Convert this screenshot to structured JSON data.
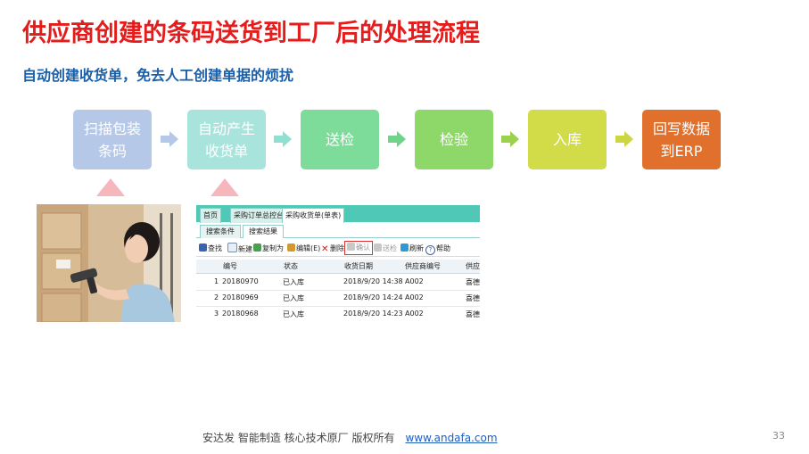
{
  "title": "供应商创建的条码送货到工厂后的处理流程",
  "subtitle": "自动创建收货单，免去人工创建单据的烦扰",
  "steps": [
    {
      "label": "扫描包装\n条码",
      "color": "#b5c8e8"
    },
    {
      "label": "自动产生\n收货单",
      "color": "#a9e4dc"
    },
    {
      "label": "送检",
      "color": "#7ddc9a"
    },
    {
      "label": "检验",
      "color": "#8ed86a"
    },
    {
      "label": "入库",
      "color": "#d2dc48"
    },
    {
      "label": "回写数据\n到ERP",
      "color": "#e0702c"
    }
  ],
  "arrow_colors": [
    "#b5c8e8",
    "#8fe0d2",
    "#6fd48a",
    "#9ad24e",
    "#cbd640",
    "#e0702c"
  ],
  "photo": {
    "name": "worker-scanning-barcode-photo"
  },
  "erp": {
    "top_tabs": [
      "首页",
      "采购订单总控台",
      "采购收货单(单表)"
    ],
    "sub_tabs": [
      "搜索条件",
      "搜索结果"
    ],
    "toolbar": [
      "查找",
      "新建",
      "复制为",
      "编辑(E)",
      "删除",
      "确认",
      "送检",
      "刷新",
      "帮助"
    ],
    "columns": [
      "编号",
      "状态",
      "收货日期",
      "供应商编号",
      "供应"
    ],
    "rows": [
      {
        "idx": "1",
        "code": "20180970",
        "status": "已入库",
        "date": "2018/9/20 14:38",
        "vendor": "A002",
        "extra": "喜德"
      },
      {
        "idx": "2",
        "code": "20180969",
        "status": "已入库",
        "date": "2018/9/20 14:24",
        "vendor": "A002",
        "extra": "喜德"
      },
      {
        "idx": "3",
        "code": "20180968",
        "status": "已入库",
        "date": "2018/9/20 14:23",
        "vendor": "A002",
        "extra": "喜德"
      }
    ]
  },
  "footer": {
    "text": "安达发   智能制造 核心技术原厂    版权所有",
    "link": "www.andafa.com"
  },
  "page_number": "33"
}
